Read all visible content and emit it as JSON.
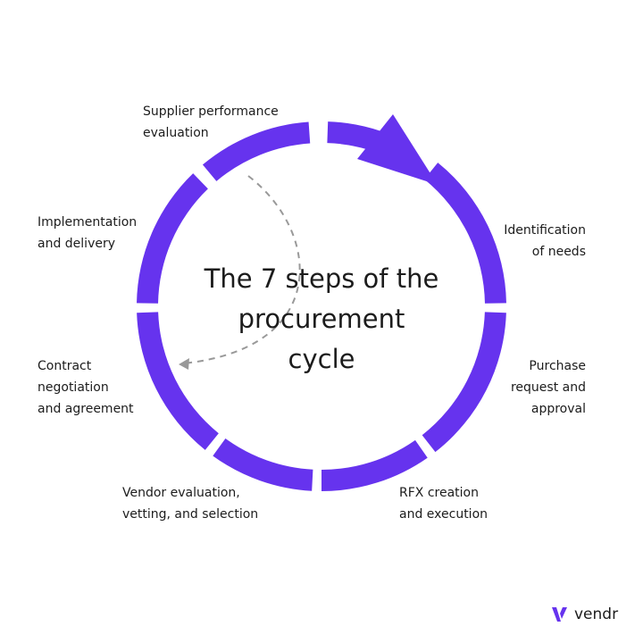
{
  "title": "The 7 steps of the\nprocurement\ncycle",
  "steps": [
    {
      "label": "Identification\nof needs"
    },
    {
      "label": "Purchase\nrequest and\napproval"
    },
    {
      "label": "RFX creation\nand execution"
    },
    {
      "label": "Vendor evaluation,\nvetting, and selection"
    },
    {
      "label": "Contract\nnegotiation\nand agreement"
    },
    {
      "label": "Implementation\nand delivery"
    },
    {
      "label": "Supplier performance\nevaluation"
    }
  ],
  "brand": {
    "name": "vendr",
    "logo_icon": "vendr-v-logo-icon"
  },
  "colors": {
    "ring": "#6633ee",
    "arrow": "#6633ee",
    "dashed_arrow": "#999999",
    "text": "#1c1c1c"
  }
}
